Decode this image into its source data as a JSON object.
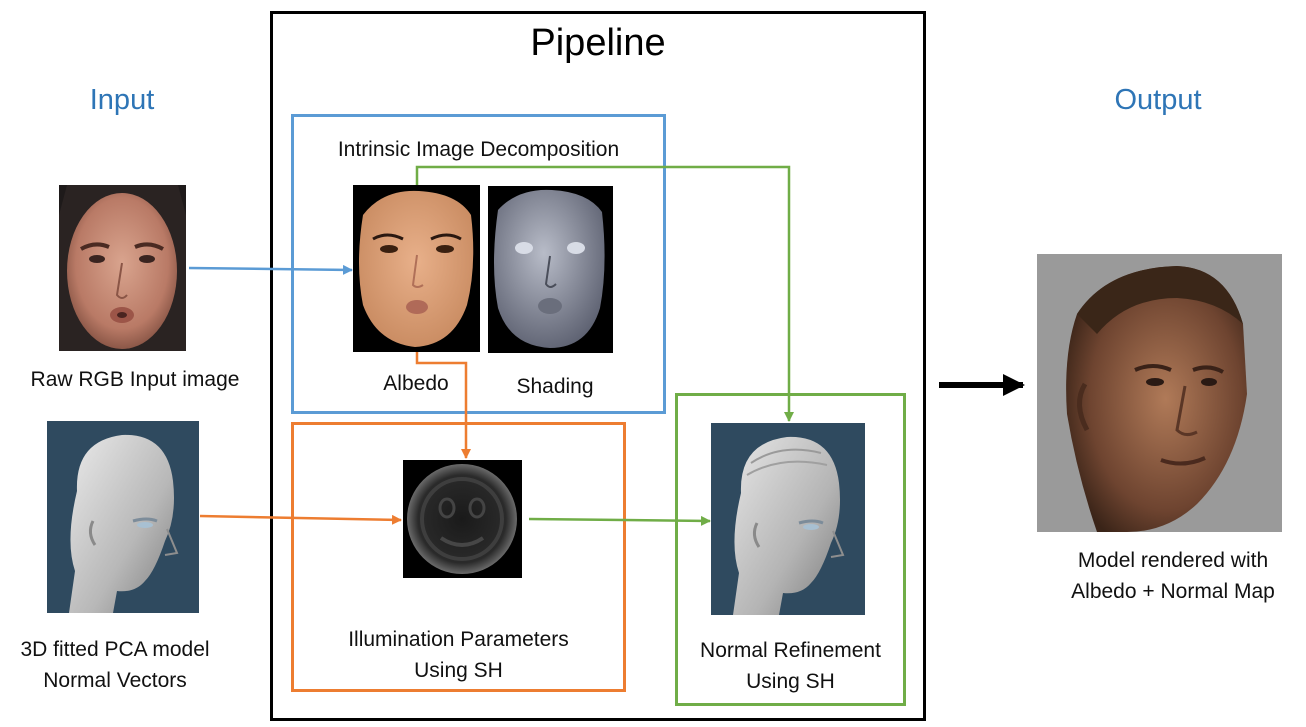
{
  "pipeline": {
    "title": "Pipeline"
  },
  "input": {
    "heading": "Input",
    "raw_image_caption": "Raw RGB Input image",
    "model_caption_line1": "3D fitted PCA model",
    "model_caption_line2": "Normal Vectors"
  },
  "decomposition": {
    "title": "Intrinsic Image Decomposition",
    "albedo_label": "Albedo",
    "shading_label": "Shading"
  },
  "illumination": {
    "label_line1": "Illumination Parameters",
    "label_line2": "Using SH"
  },
  "normal_refinement": {
    "label_line1": "Normal Refinement",
    "label_line2": "Using SH"
  },
  "output": {
    "heading": "Output",
    "caption_line1": "Model rendered with",
    "caption_line2": "Albedo + Normal Map"
  },
  "colors": {
    "blue": "#5b9bd5",
    "orange": "#ed7d31",
    "green": "#70ad47",
    "heading_blue": "#2e75b6"
  }
}
